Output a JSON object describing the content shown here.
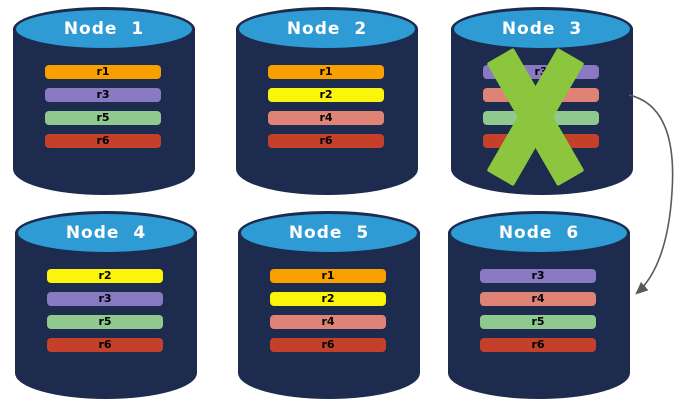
{
  "colors": {
    "background": "#FFFFFF",
    "cylinder_body": "#1C2B4E",
    "cylinder_top_fill": "#2E9BD5",
    "node_title_text": "#FFFFFF",
    "replica_label_text": "#000000",
    "failure_x": "#8CC63F",
    "arrow": "#5A5A5A"
  },
  "replica_palette": {
    "r1": "#F9A001",
    "r2": "#FBF40B",
    "r3": "#8879C2",
    "r4": "#DE8376",
    "r5": "#90C98E",
    "r6": "#C4402A"
  },
  "nodes": [
    {
      "label": "Node 1",
      "failed": false,
      "replicas": [
        {
          "label": "r1",
          "color": "#F9A001"
        },
        {
          "label": "r3",
          "color": "#8879C2"
        },
        {
          "label": "r5",
          "color": "#90C98E"
        },
        {
          "label": "r6",
          "color": "#C4402A"
        }
      ]
    },
    {
      "label": "Node 2",
      "failed": false,
      "replicas": [
        {
          "label": "r1",
          "color": "#F9A001"
        },
        {
          "label": "r2",
          "color": "#FBF40B"
        },
        {
          "label": "r4",
          "color": "#DE8376"
        },
        {
          "label": "r6",
          "color": "#C4402A"
        }
      ]
    },
    {
      "label": "Node 3",
      "failed": true,
      "replicas": [
        {
          "label": "r3",
          "color": "#8879C2"
        },
        {
          "label": "r4",
          "color": "#DE8376"
        },
        {
          "label": "r5",
          "color": "#90C98E"
        },
        {
          "label": "r6",
          "color": "#C4402A"
        }
      ]
    },
    {
      "label": "Node 4",
      "failed": false,
      "replicas": [
        {
          "label": "r2",
          "color": "#FBF40B"
        },
        {
          "label": "r3",
          "color": "#8879C2"
        },
        {
          "label": "r5",
          "color": "#90C98E"
        },
        {
          "label": "r6",
          "color": "#C4402A"
        }
      ]
    },
    {
      "label": "Node 5",
      "failed": false,
      "replicas": [
        {
          "label": "r1",
          "color": "#F9A001"
        },
        {
          "label": "r2",
          "color": "#FBF40B"
        },
        {
          "label": "r4",
          "color": "#DE8376"
        },
        {
          "label": "r6",
          "color": "#C4402A"
        }
      ]
    },
    {
      "label": "Node 6",
      "failed": false,
      "replicas": [
        {
          "label": "r3",
          "color": "#8879C2"
        },
        {
          "label": "r4",
          "color": "#DE8376"
        },
        {
          "label": "r5",
          "color": "#90C98E"
        },
        {
          "label": "r6",
          "color": "#C4402A"
        }
      ]
    }
  ],
  "arrow": {
    "from": "Node 3",
    "to": "Node 6"
  }
}
